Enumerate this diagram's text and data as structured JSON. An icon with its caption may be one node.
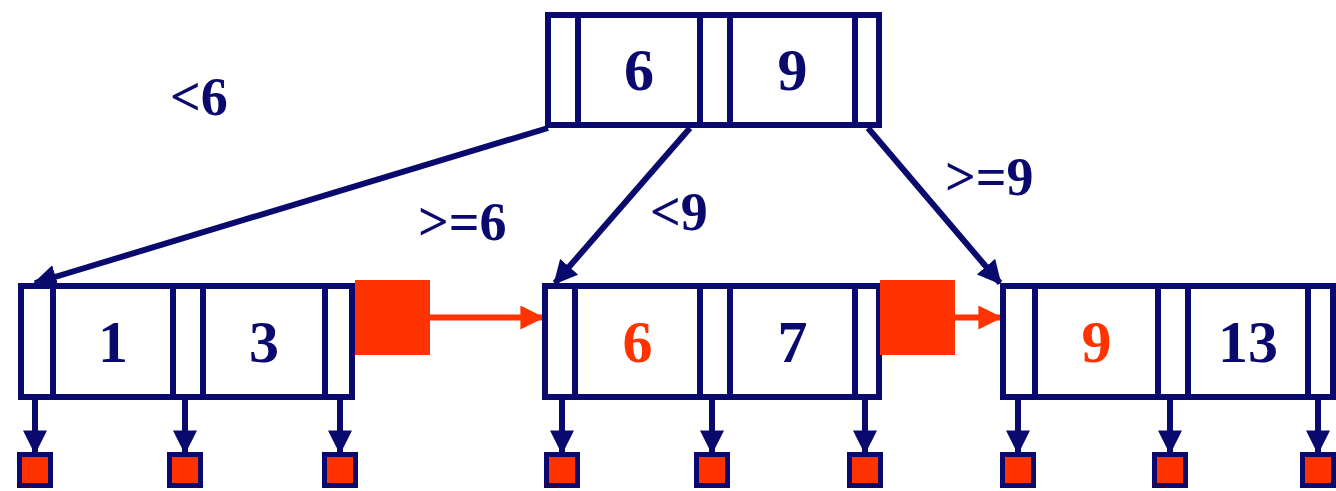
{
  "diagram": {
    "nodes": [
      {
        "text": [],
        "shape": "box"
      },
      {
        "text": [
          "6"
        ],
        "in": 0
      },
      {
        "text": [
          "9"
        ],
        "in": 0
      },
      {
        "text": [],
        "shape": "box"
      },
      {
        "text": [
          "1"
        ],
        "in": 3
      },
      {
        "text": [
          "3"
        ],
        "in": 3
      },
      {
        "text": [],
        "shape": "box"
      },
      {
        "text": [],
        "shape": "box"
      },
      {
        "text": [
          "6"
        ],
        "in": 7
      },
      {
        "text": [
          "7"
        ],
        "in": 7
      },
      {
        "text": [],
        "shape": "box"
      },
      {
        "text": [],
        "shape": "box"
      },
      {
        "text": [
          "9"
        ],
        "in": 11
      },
      {
        "text": [
          "13"
        ],
        "in": 11
      },
      {
        "text": [],
        "shape": "box"
      },
      {
        "text": [],
        "shape": "box"
      },
      {
        "text": [],
        "shape": "box"
      },
      {
        "text": [],
        "shape": "box"
      },
      {
        "text": [],
        "shape": "box"
      },
      {
        "text": [],
        "shape": "box"
      },
      {
        "text": [],
        "shape": "box"
      },
      {
        "text": [],
        "shape": "box"
      },
      {
        "text": [],
        "shape": "box"
      }
    ],
    "edges": [
      {
        "from": 0,
        "to": 3,
        "arrow": "to"
      },
      {
        "from": 0,
        "to": 7,
        "arrow": "to"
      },
      {
        "from": 0,
        "to": 11,
        "arrow": "to"
      },
      {
        "from": 6,
        "to": 7,
        "arrow": "to",
        "color": "#ff3300"
      },
      {
        "from": 10,
        "to": 11,
        "arrow": "to",
        "color": "#ff3300"
      },
      {
        "from": 3,
        "to": 14,
        "arrow": "to"
      },
      {
        "from": 3,
        "to": 15,
        "arrow": "to"
      },
      {
        "from": 3,
        "to": 16,
        "arrow": "to"
      },
      {
        "from": 7,
        "to": 17,
        "arrow": "to"
      },
      {
        "from": 7,
        "to": 18,
        "arrow": "to"
      },
      {
        "from": 7,
        "to": 19,
        "arrow": "to"
      },
      {
        "from": 11,
        "to": 20,
        "arrow": "to"
      },
      {
        "from": 11,
        "to": 21,
        "arrow": "to"
      },
      {
        "from": 11,
        "to": 22,
        "arrow": "to"
      }
    ],
    "labels": [
      "<6",
      ">=6",
      "<9",
      ">=9"
    ]
  }
}
